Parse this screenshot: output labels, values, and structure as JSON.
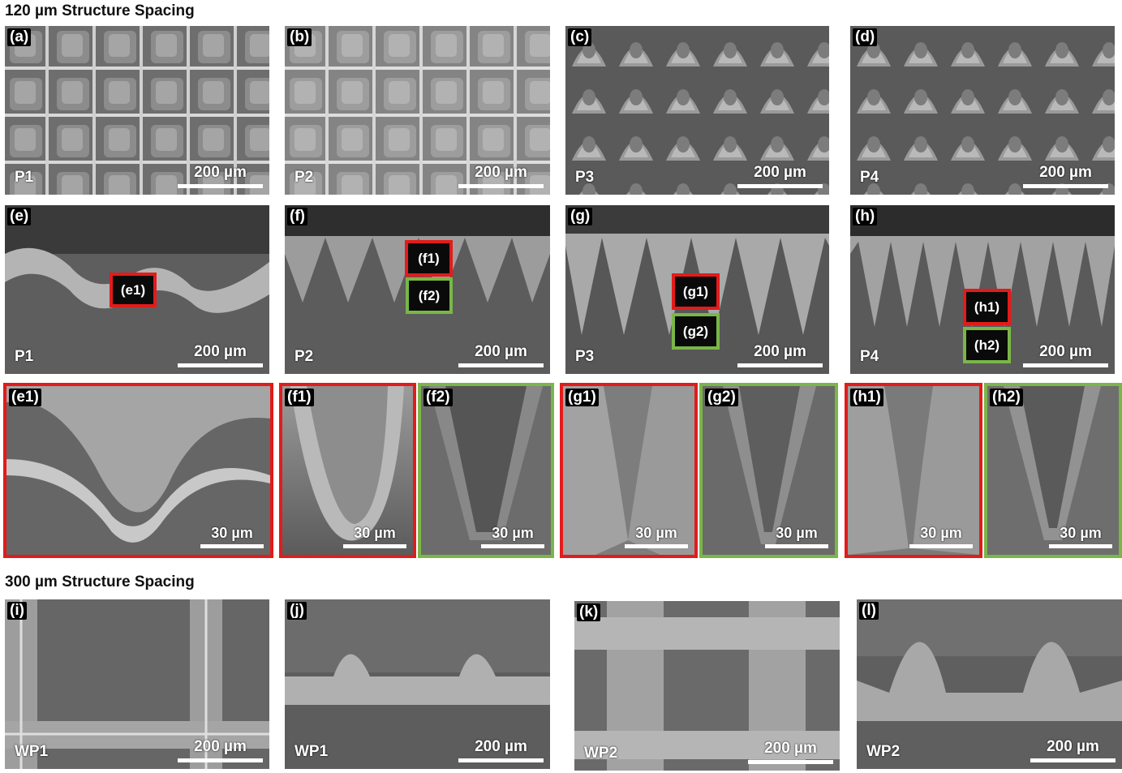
{
  "sections": {
    "top_title": "120 µm Structure Spacing",
    "bottom_title": "300 µm Structure Spacing"
  },
  "panels": {
    "a": {
      "label": "(a)",
      "sample": "P1",
      "scale": "200 µm"
    },
    "b": {
      "label": "(b)",
      "sample": "P2",
      "scale": "200 µm"
    },
    "c": {
      "label": "(c)",
      "sample": "P3",
      "scale": "200 µm"
    },
    "d": {
      "label": "(d)",
      "sample": "P4",
      "scale": "200 µm"
    },
    "e": {
      "label": "(e)",
      "sample": "P1",
      "scale": "200 µm"
    },
    "f": {
      "label": "(f)",
      "sample": "P2",
      "scale": "200 µm"
    },
    "g": {
      "label": "(g)",
      "sample": "P3",
      "scale": "200 µm"
    },
    "h": {
      "label": "(h)",
      "sample": "P4",
      "scale": "200 µm"
    },
    "e1": {
      "label": "(e1)",
      "scale": "30 µm"
    },
    "f1": {
      "label": "(f1)",
      "scale": "30 µm"
    },
    "f2": {
      "label": "(f2)",
      "scale": "30 µm"
    },
    "g1": {
      "label": "(g1)",
      "scale": "30 µm"
    },
    "g2": {
      "label": "(g2)",
      "scale": "30 µm"
    },
    "h1": {
      "label": "(h1)",
      "scale": "30 µm"
    },
    "h2": {
      "label": "(h2)",
      "scale": "30 µm"
    },
    "i": {
      "label": "(i)",
      "sample": "WP1",
      "scale": "200 µm"
    },
    "j": {
      "label": "(j)",
      "sample": "WP1",
      "scale": "200 µm"
    },
    "k": {
      "label": "(k)",
      "sample": "WP2",
      "scale": "200 µm"
    },
    "l": {
      "label": "(l)",
      "sample": "WP2",
      "scale": "200 µm"
    }
  },
  "markers": {
    "e1": "(e1)",
    "f1": "(f1)",
    "f2": "(f2)",
    "g1": "(g1)",
    "g2": "(g2)",
    "h1": "(h1)",
    "h2": "(h2)"
  },
  "colors": {
    "detail_red": "#e31b1b",
    "detail_green": "#7ab648"
  }
}
